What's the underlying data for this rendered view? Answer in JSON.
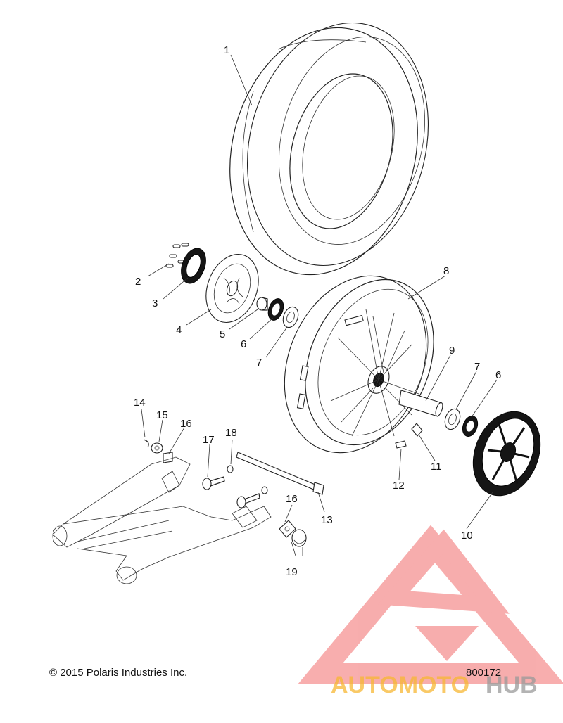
{
  "callouts": {
    "c1": "1",
    "c2": "2",
    "c3": "3",
    "c4": "4",
    "c5": "5",
    "c6a": "6",
    "c7a": "7",
    "c8": "8",
    "c9": "9",
    "c7b": "7",
    "c6b": "6",
    "c10": "10",
    "c11": "11",
    "c12": "12",
    "c13": "13",
    "c14": "14",
    "c15": "15",
    "c16a": "16",
    "c17": "17",
    "c18": "18",
    "c16b": "16",
    "c19": "19"
  },
  "footer": {
    "copyright": "© 2015 Polaris Industries Inc.",
    "diagram_number": "800172"
  },
  "watermark": {
    "brand_part1": "AUTOMOTO",
    "brand_part2": "HUB",
    "color_primary": "#f26b6b",
    "color_secondary": "#f7b733"
  }
}
